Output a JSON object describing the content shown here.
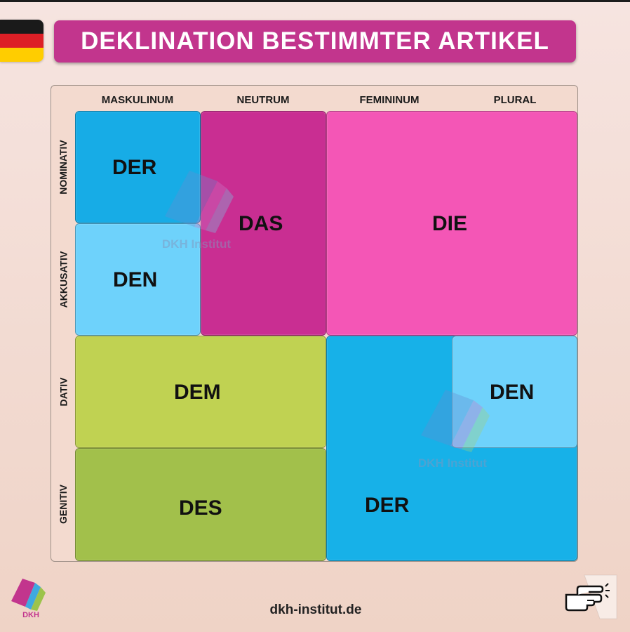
{
  "title": "DEKLINATION BESTIMMTER ARTIKEL",
  "columns": [
    "MASKULINUM",
    "NEUTRUM",
    "FEMININUM",
    "PLURAL"
  ],
  "rows": [
    "NOMINATIV",
    "AKKUSATIV",
    "DATIV",
    "GENITIV"
  ],
  "cells": {
    "mask_nom": "DER",
    "mask_akk": "DEN",
    "neut_nom_akk": "DAS",
    "fem_plural_nom_akk": "DIE",
    "mask_neut_dat": "DEM",
    "plural_dat": "DEN",
    "mask_neut_gen": "DES",
    "fem_dat_gen_plural_gen": "DER"
  },
  "watermark": "DKH Institut",
  "logo_text": "DKH",
  "website": "dkh-institut.de",
  "colors": {
    "title_bg": "#c2358d",
    "mask_nom": "#17ace6",
    "mask_akk": "#6ed2fb",
    "neutrum": "#c92e92",
    "die": "#f456b6",
    "dem": "#c0d252",
    "des": "#a2c04b",
    "der_fem": "#17b1e8",
    "den_plural": "#6fd2fb"
  },
  "icons": [
    "germany-flag-icon",
    "dkh-logo-icon",
    "pointing-hand-icon"
  ]
}
